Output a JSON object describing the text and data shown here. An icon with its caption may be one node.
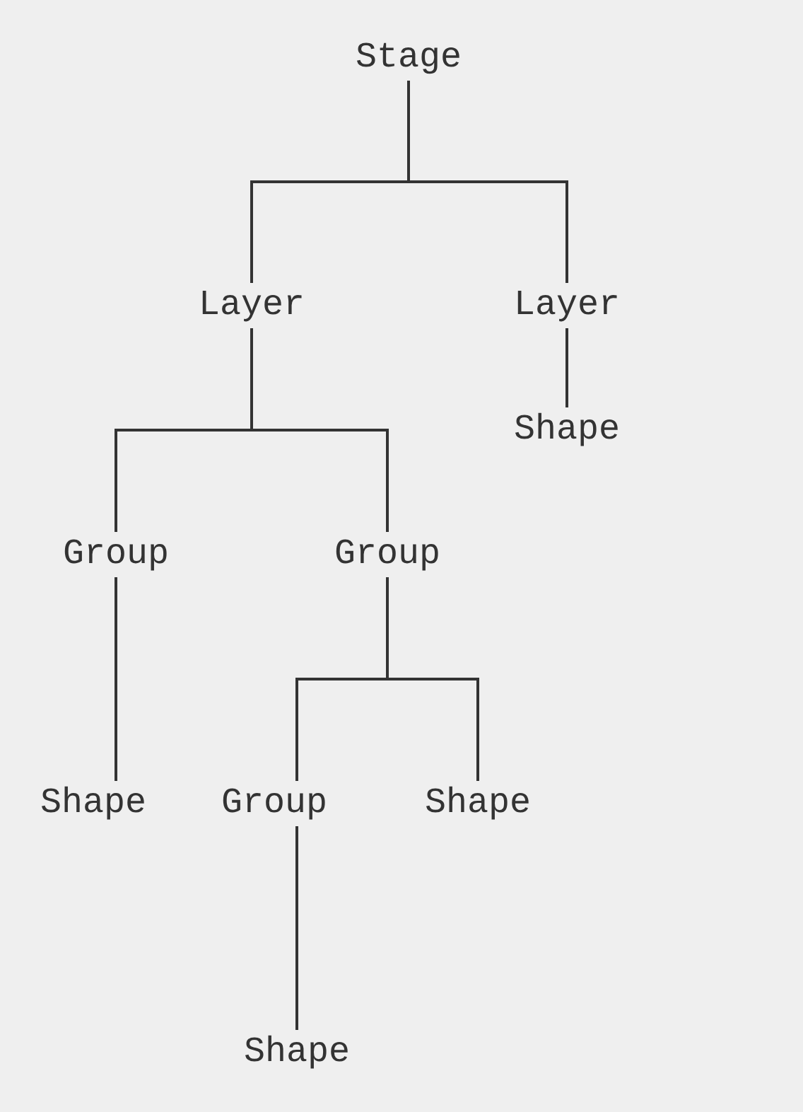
{
  "diagram": {
    "nodes": [
      {
        "text": [
          "Stage"
        ]
      },
      {
        "text": [
          "Layer"
        ]
      },
      {
        "text": [
          "Layer"
        ]
      },
      {
        "text": [
          "Shape"
        ]
      },
      {
        "text": [
          "Group"
        ]
      },
      {
        "text": [
          "Group"
        ]
      },
      {
        "text": [
          "Shape"
        ]
      },
      {
        "text": [
          "Group"
        ]
      },
      {
        "text": [
          "Shape"
        ]
      },
      {
        "text": [
          "Shape"
        ]
      }
    ],
    "edges": [
      {
        "from": 0,
        "to": 1,
        "arrow": "none"
      },
      {
        "from": 0,
        "to": 2,
        "arrow": "none"
      },
      {
        "from": 2,
        "to": 3,
        "arrow": "none"
      },
      {
        "from": 1,
        "to": 4,
        "arrow": "none"
      },
      {
        "from": 1,
        "to": 5,
        "arrow": "none"
      },
      {
        "from": 4,
        "to": 6,
        "arrow": "none"
      },
      {
        "from": 5,
        "to": 7,
        "arrow": "none"
      },
      {
        "from": 5,
        "to": 8,
        "arrow": "none"
      },
      {
        "from": 7,
        "to": 9,
        "arrow": "none"
      }
    ]
  }
}
